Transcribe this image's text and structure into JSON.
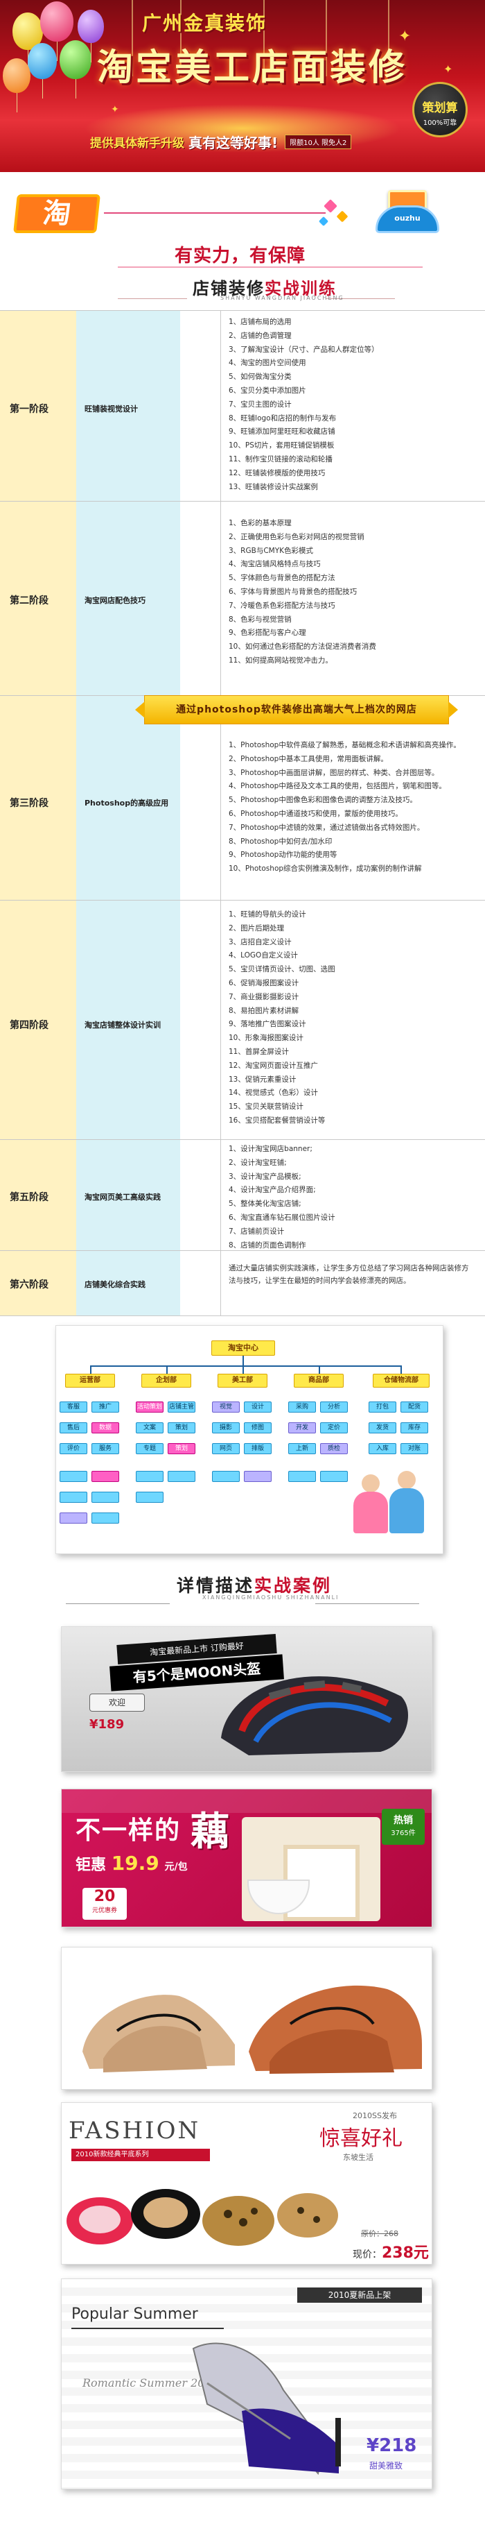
{
  "banner": {
    "title_line1": "广州金真装饰",
    "title_line2": "淘宝美工店面装修",
    "subtitle_yellow": "提供具体新手升级",
    "subtitle_white": "真有这等好事!",
    "tag": "限额10人 限免人2",
    "badge_title": "策划算",
    "badge_sub": "100%可靠"
  },
  "logo_strip": {
    "tao_char": "淘",
    "sign_label": "ouzhu"
  },
  "slogan": "有实力，有保障",
  "training": {
    "title_part1": "店铺装修",
    "title_part2": "实战训练",
    "subtitle_en": "SHANYU WANGDIAN JIAOCHENG"
  },
  "stages": [
    {
      "stage": "第一阶段",
      "topic": "旺铺装视觉设计",
      "items": [
        "1、店铺布局的选用",
        "2、店铺的色调管理",
        "3、了解淘宝设计（尺寸、产品和人群定位等）",
        "4、淘宝的图片空间使用",
        "5、如何做淘宝分类",
        "6、宝贝分类中添加图片",
        "7、宝贝主图的设计",
        "8、旺铺logo和店招的制作与发布",
        "9、旺铺添加阿里旺旺和收藏店铺",
        "10、PS切片，套用旺铺促销模板",
        "11、制作宝贝链接的滚动和轮播",
        "12、旺铺装修模版的使用技巧",
        "13、旺铺装修设计实战案例"
      ]
    },
    {
      "stage": "第二阶段",
      "topic": "淘宝网店配色技巧",
      "items": [
        "1、色彩的基本原理",
        "2、正确使用色彩与色彩对网店的视觉营销",
        "3、RGB与CMYK色彩模式",
        "4、淘宝店铺风格特点与技巧",
        "5、字体颜色与背景色的搭配方法",
        "6、字体与背景图片与背景色的搭配技巧",
        "7、冷暖色系色彩搭配方法与技巧",
        "8、色彩与视觉营销",
        "9、色彩搭配与客户心理",
        "10、如何通过色彩搭配的方法促进消费者消费",
        "11、如何提高网站视觉冲击力。"
      ]
    },
    {
      "stage": "第三阶段",
      "topic": "Photoshop的高级应用",
      "items": [
        "1、Photoshop中软件高级了解熟悉，基础概念和术语讲解和高亮操作。",
        "2、Photoshop中基本工具使用，常用面板讲解。",
        "3、Photoshop中画面层讲解，图层的样式、种类、合并图层等。",
        "4、Photoshop中路径及文本工具的使用，包括图片，钢笔和图等。",
        "5、Photoshop中图像色彩和图像色调的调整方法及技巧。",
        "6、Photoshop中通道技巧和使用，蒙版的使用技巧。",
        "7、Photoshop中滤镜的效果，通过滤镜做出各式特效图片。",
        "8、Photoshop中如何去/加水印",
        "9、Photoshop动作功能的使用等",
        "10、Photoshop综合实例推演及制作，成功案例的制作讲解"
      ]
    },
    {
      "stage": "第四阶段",
      "topic": "淘宝店铺整体设计实训",
      "items": [
        "1、旺铺的导航头的设计",
        "2、图片后期处理",
        "3、店招自定义设计",
        "4、LOGO自定义设计",
        "5、宝贝详情页设计、切图、选图",
        "6、促销海报图案设计",
        "7、商业摄影摄影设计",
        "8、易拍图片素材讲解",
        "9、落地推广告图案设计",
        "10、形象海报图案设计",
        "11、首屏全屏设计",
        "12、淘宝网页面设计互推广",
        "13、促销元素重设计",
        "14、视觉感式（色彩）设计",
        "15、宝贝关联营销设计",
        "16、宝贝搭配套餐营销设计等"
      ]
    },
    {
      "stage": "第五阶段",
      "topic": "淘宝网页美工高级实践",
      "items": [
        "1、设计淘宝网店banner;",
        "2、设计淘宝旺铺;",
        "3、设计淘宝产品模板;",
        "4、设计淘宝产品介绍界面;",
        "5、整体美化淘宝店铺;",
        "6、淘宝直通车钻石展位图片设计",
        "7、店铺前页设计",
        "8、店铺的页面色调制作"
      ]
    },
    {
      "stage": "第六阶段",
      "topic": "店铺美化综合实践",
      "paragraph": "通过大量店铺实例实践演练，让学生多方位总结了学习网店各种网店装修方法与技巧，让学生在最短的时间内学会装修漂亮的网店。"
    }
  ],
  "highlight_banner": "通过photoshop软件装修出高端大气上档次的网店",
  "org_chart": {
    "root": "淘宝中心",
    "heads": [
      "运营部",
      "企划部",
      "美工部",
      "商品部",
      "仓储物流部"
    ],
    "leaves": [
      "客服",
      "推广",
      "活动策划",
      "店铺主管",
      "视觉",
      "设计",
      "采购",
      "分析",
      "打包",
      "配货",
      "售后",
      "数据",
      "文案",
      "策划",
      "摄影",
      "修图",
      "开发",
      "定价",
      "发货",
      "库存",
      "评价",
      "服务",
      "专题",
      "策划",
      "网页",
      "排版",
      "上新",
      "质检",
      "入库",
      "对账"
    ]
  },
  "detail": {
    "title_part1": "详情描述",
    "title_part2": "实战案例",
    "subtitle_en": "XIANGQINGMIAOSHU SHIZHANANLI"
  },
  "case1": {
    "line1": "淘宝最新品上市 订购最好",
    "line2": "有5个是MOON头盔",
    "tag": "欢迎",
    "price": "¥189"
  },
  "case2": {
    "title": "不一样的",
    "title_big": "藕",
    "price_label": "钜惠",
    "price": "19.9",
    "price_unit": "元/包",
    "hot_label": "热销",
    "hot_count": "3765件",
    "coupon": "20",
    "coupon_label": "元优惠券"
  },
  "case4": {
    "fashion": "FASHION",
    "fashion_sub": "2010新款经典平底系列",
    "right_title": "惊喜好礼",
    "right_top": "2010SS发布",
    "right_tag": "东坡生活",
    "old_price": "原价：268",
    "now_label": "现价：",
    "now_price": "238元"
  },
  "case5": {
    "left_title": "Popular Summer",
    "right_tag": "2010夏新品上架",
    "script": "Romantic Summer 2010",
    "price": "¥218",
    "price_label": "甜美雅致"
  },
  "colors": {
    "brand_red": "#c8102e",
    "stage_bg": "#fff2c2",
    "topic_bg": "#d9f2f7",
    "highlight": "#f4b400"
  }
}
